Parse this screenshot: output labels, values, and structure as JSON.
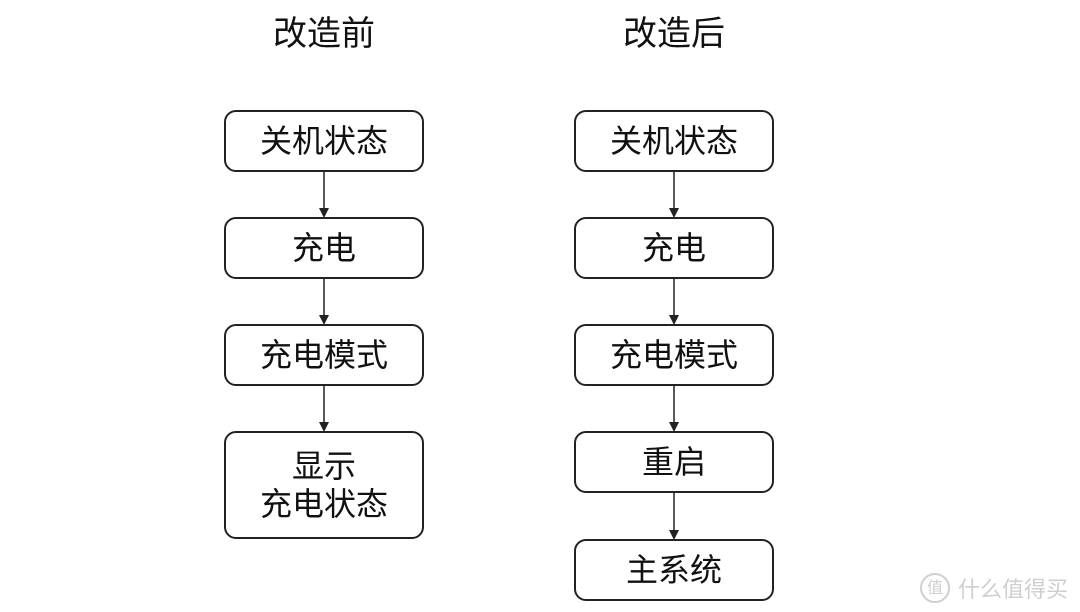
{
  "columns": [
    {
      "title": "改造前",
      "steps": [
        "关机状态",
        "充电",
        "充电模式",
        "显示\n充电状态"
      ]
    },
    {
      "title": "改造后",
      "steps": [
        "关机状态",
        "充电",
        "充电模式",
        "重启",
        "主系统"
      ]
    }
  ],
  "watermark": {
    "icon_char": "值",
    "text": "什么值得买"
  }
}
